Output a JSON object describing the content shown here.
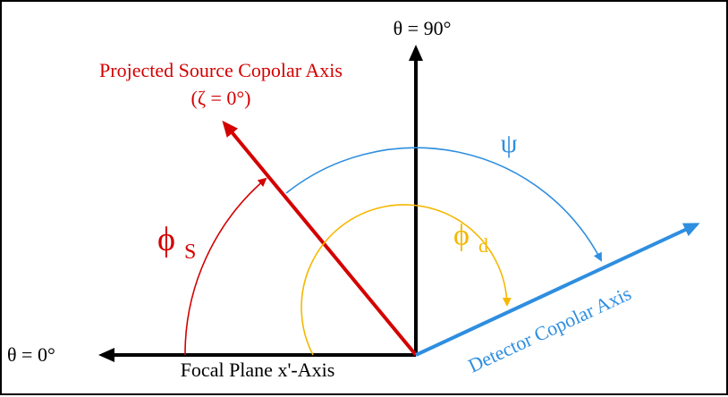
{
  "labels": {
    "theta90": "θ = 90°",
    "theta0": "θ = 0°",
    "source_axis_line1": "Projected Source Copolar Axis",
    "source_axis_line2": "(ζ = 0°)",
    "psi": "ψ",
    "phi_s": "ϕ",
    "phi_s_sub": "S",
    "phi_d": "ϕ",
    "phi_d_sub": "d",
    "detector_axis": "Detector Copolar Axis",
    "focal_plane": "Focal Plane x'-Axis"
  },
  "colors": {
    "axis": "#000000",
    "source": "#d40000",
    "detector": "#2e8ee0",
    "phi_d_arc": "#f5b800",
    "background": "#ffffff"
  },
  "angles_deg": {
    "source_axis": 130,
    "detector_axis": 28
  }
}
